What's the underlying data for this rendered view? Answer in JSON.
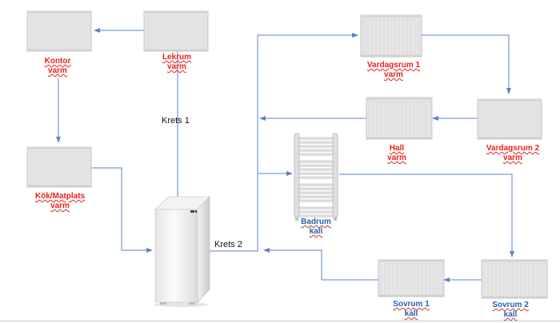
{
  "labels": {
    "kontor": [
      "Kontor",
      "varm"
    ],
    "lekrum": [
      "Lekrum",
      "varm"
    ],
    "vardagsrum1": [
      "Vardagsrum 1",
      "varm"
    ],
    "vardagsrum2": [
      "Vardagsrum 2",
      "varm"
    ],
    "hall": [
      "Hall",
      "varm"
    ],
    "kok": [
      "Kök/Matplats",
      "varm"
    ],
    "badrum": [
      "Badrum",
      "kall"
    ],
    "sovrum1": [
      "Sovrum 1",
      "kall"
    ],
    "sovrum2": [
      "Sovrum 2",
      "kall"
    ]
  },
  "circuits": {
    "krets1": "Krets 1",
    "krets2": "Krets 2"
  },
  "colors": {
    "warm_label": "#e8201d",
    "cold_label": "#2a5fb0",
    "pipe": "#5b83c9"
  },
  "icons": {
    "radiator": "panel-radiator-icon",
    "towel": "towel-radiator-icon",
    "boiler": "heat-pump-icon"
  }
}
